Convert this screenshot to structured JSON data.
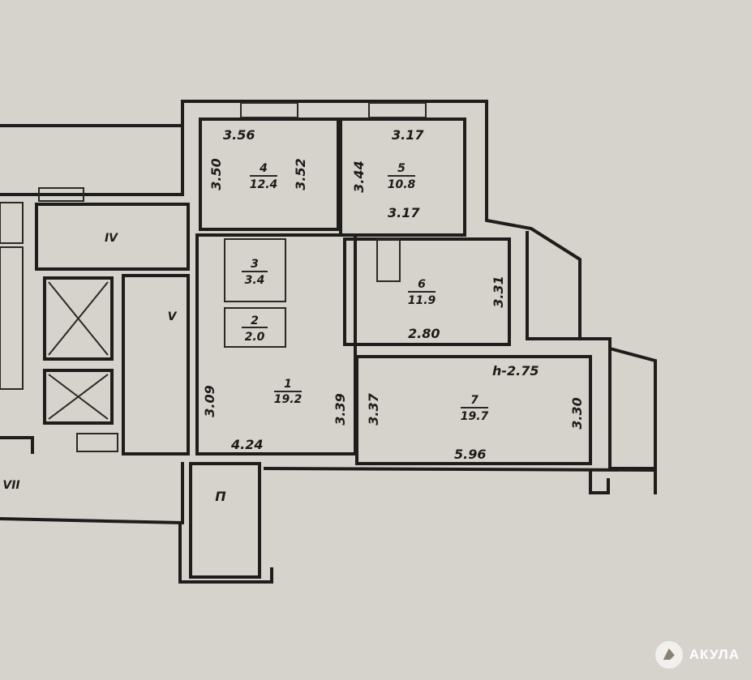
{
  "rooms": [
    {
      "number": "1",
      "area": "19.2"
    },
    {
      "number": "2",
      "area": "2.0"
    },
    {
      "number": "3",
      "area": "3.4"
    },
    {
      "number": "4",
      "area": "12.4"
    },
    {
      "number": "5",
      "area": "10.8"
    },
    {
      "number": "6",
      "area": "11.9"
    },
    {
      "number": "7",
      "area": "19.7"
    }
  ],
  "dimensions": {
    "r4_top": "3.56",
    "r4_left": "3.50",
    "r4_right": "3.52",
    "r5_top": "3.17",
    "r5_left": "3.44",
    "r5_bottom": "3.17",
    "r6_right": "3.31",
    "r6_bottom": "2.80",
    "r1_left": "3.09",
    "r1_right": "3.39",
    "r1_bottom": "4.24",
    "r7_left": "3.37",
    "r7_right": "3.30",
    "r7_bottom": "5.96",
    "ceiling_height": "h-2.75"
  },
  "sections": {
    "iv": "IV",
    "v": "V",
    "vii": "VII",
    "storage": "П"
  },
  "logo": {
    "text": "АКУЛА"
  }
}
